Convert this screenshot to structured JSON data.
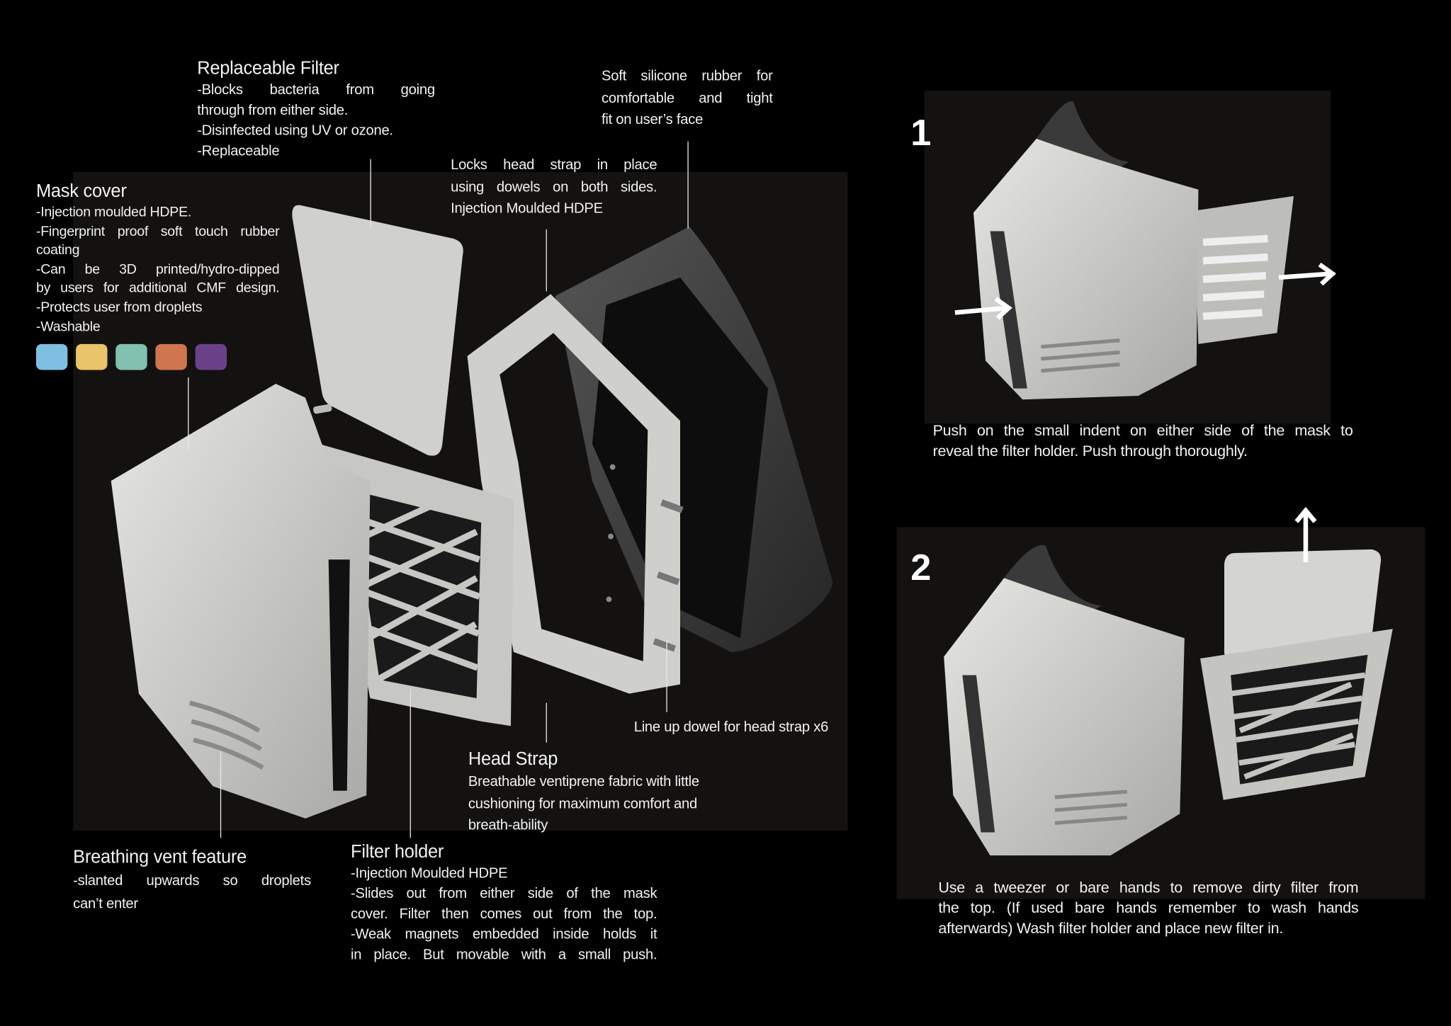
{
  "replaceable_filter": {
    "title": "Replaceable Filter",
    "lines": [
      "-Blocks bacteria from going",
      "through from either side.",
      "-Disinfected using UV or ozone.",
      "-Replaceable"
    ]
  },
  "mask_cover": {
    "title": "Mask cover",
    "lines": [
      "-Injection moulded HDPE.",
      "-Fingerprint proof soft touch rubber",
      "coating",
      "-Can be 3D printed/hydro-dipped",
      "by users for additional CMF design.",
      "-Protects user from droplets",
      "-Washable"
    ],
    "swatches": [
      "#7fbfe2",
      "#e9c46b",
      "#82c0b0",
      "#cf7650",
      "#6b428a"
    ]
  },
  "locks": {
    "lines": [
      "Locks head strap in place",
      "using dowels on both sides.",
      "Injection Moulded HDPE"
    ]
  },
  "silicone": {
    "lines": [
      "Soft silicone rubber for",
      "comfortable and tight",
      "fit on user’s face"
    ]
  },
  "dowel": {
    "text": "Line up dowel for head strap x6"
  },
  "head_strap": {
    "title": "Head Strap",
    "lines": [
      "Breathable ventiprene fabric with little",
      "cushioning for maximum comfort and",
      "breath-ability"
    ]
  },
  "breathing_vent": {
    "title": "Breathing vent feature",
    "lines": [
      "-slanted upwards so droplets",
      "can’t enter"
    ]
  },
  "filter_holder": {
    "title": "Filter holder",
    "lines": [
      "-Injection Moulded HDPE",
      "-Slides out from either side of the mask",
      "cover. Filter then comes out from the top.",
      "-Weak magnets embedded inside holds it",
      "in place. But movable with a small push."
    ]
  },
  "step1": {
    "number": "1",
    "lines": [
      "Push on the small indent on either side of the mask to",
      "reveal the filter holder.  Push through thoroughly."
    ]
  },
  "step2": {
    "number": "2",
    "lines": [
      "Use a tweezer or bare hands to remove dirty filter from",
      "the top. (If used bare hands remember to wash hands",
      "afterwards) Wash filter holder and place new filter in."
    ]
  }
}
